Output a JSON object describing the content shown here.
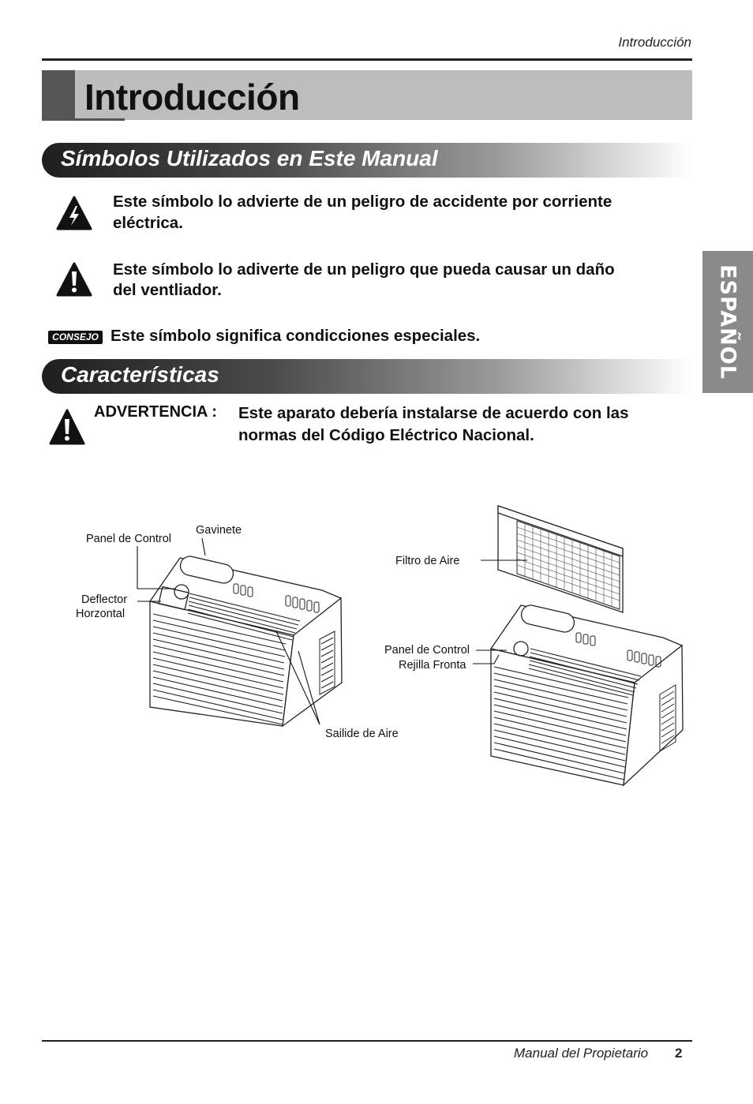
{
  "header": {
    "running_title": "Introducción"
  },
  "page_title": "Introducción",
  "side_tab": {
    "label": "ESPAÑOL"
  },
  "symbols_section": {
    "heading": "Símbolos Utilizados en Este Manual",
    "items": [
      {
        "icon": "electric-shock-warning-icon",
        "text_line1": "Este símbolo lo advierte de un peligro de accidente por corriente",
        "text_line2": "eléctrica."
      },
      {
        "icon": "caution-warning-icon",
        "text_line1": "Este símbolo lo adiverte de un peligro que pueda causar un daño",
        "text_line2": "del ventliador."
      }
    ],
    "tip": {
      "badge": "CONSEJO",
      "text": "Este símbolo significa condicciones especiales."
    }
  },
  "features_section": {
    "heading": "Características",
    "warning": {
      "icon": "caution-warning-icon",
      "label": "ADVERTENCIA :",
      "text_line1": "Este aparato debería instalarse de acuerdo con las",
      "text_line2": "normas del Código Eléctrico Nacional."
    }
  },
  "diagram": {
    "left_unit": {
      "labels": {
        "control_panel": "Panel de Control",
        "cabinet": "Gavinete",
        "deflector_line1": "Deflector",
        "deflector_line2": "Horzontal",
        "air_outlet": "Sailide de Aire"
      }
    },
    "right_unit": {
      "labels": {
        "air_filter": "Filtro de Aire",
        "control_panel": "Panel de Control",
        "front_grille": "Rejilla Fronta"
      }
    }
  },
  "footer": {
    "text": "Manual del Propietario",
    "page": "2"
  }
}
